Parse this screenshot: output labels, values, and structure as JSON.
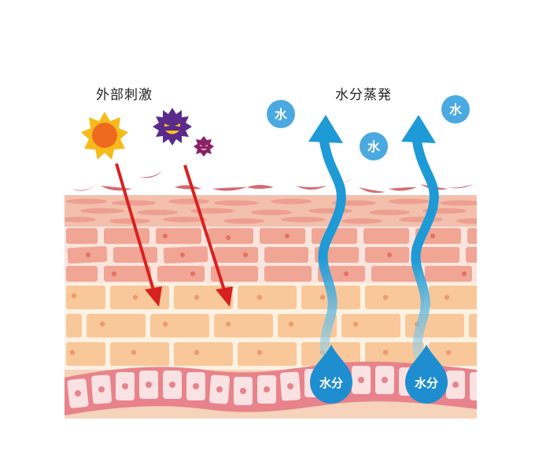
{
  "diagram": {
    "title_left": "外部刺激",
    "title_right": "水分蒸発",
    "evaporating_water_bubbles": [
      "水",
      "水",
      "水"
    ],
    "moisture_drops": [
      "水分",
      "水分"
    ],
    "elements": {
      "external_stimuli": [
        "sun",
        "large-virus",
        "small-virus"
      ],
      "stimulus_arrows": 2,
      "evaporation_arrows": 2,
      "skin_layers": [
        "flaking-scales",
        "stratum-corneum",
        "granular-layer",
        "spinous-layer",
        "basal-layer",
        "dermis"
      ]
    },
    "colors": {
      "arrow_red": "#d8211f",
      "water_blue": "#1e9ad6",
      "bubble_blue": "#4aa9e0",
      "sun_orange": "#ee6a1f",
      "sun_yellow": "#f6bb1a",
      "virus_purple": "#5a2b8a",
      "virus_magenta": "#8a2266",
      "scale_pink": "#d46a72",
      "corneum_bg": "#f4c6b4",
      "pink_cell": "#ee9c8c",
      "orange_cell": "#f7c99a",
      "basal_pink": "#e8808a",
      "dermis": "#f6d0b6"
    }
  }
}
